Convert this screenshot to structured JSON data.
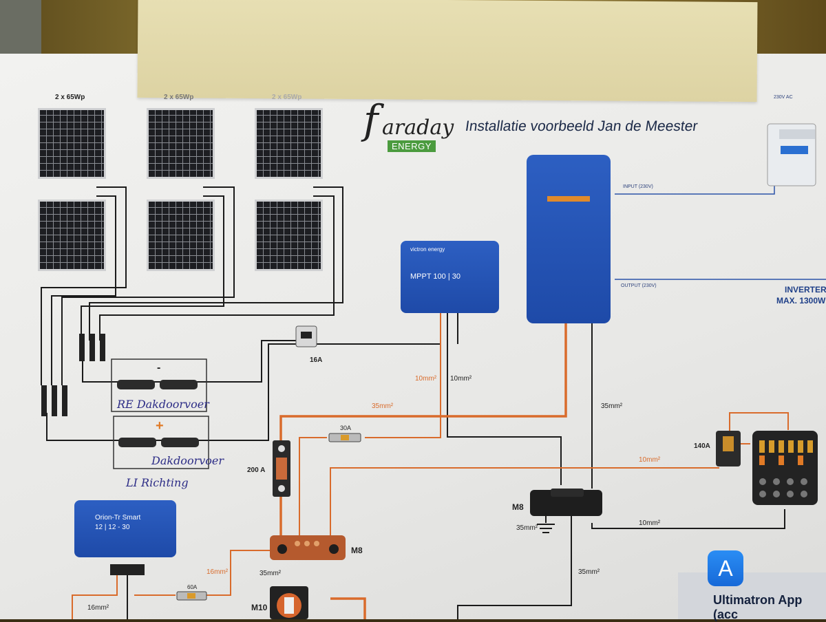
{
  "brand": {
    "logo_letter": "f",
    "logo_word": "araday",
    "energy_badge": "ENERGY"
  },
  "title": "Installatie voorbeeld Jan de Meester",
  "panel_labels": [
    "2 x 65Wp",
    "2 x 65Wp",
    "2 x 65Wp"
  ],
  "mppt": {
    "brand_text": "victron energy",
    "model_text": "MPPT 100 | 30"
  },
  "orion": {
    "line1": "Orion-Tr Smart",
    "line2": "12 | 12 - 30"
  },
  "breaker_label": "16A",
  "inverter": {
    "input_label": "INPUT (230V)",
    "output_label": "OUTPUT (230V)",
    "title_line1": "INVERTER",
    "title_line2": "MAX. 1300W",
    "ac_label": "230V AC"
  },
  "wires": {
    "w10_a": "10mm²",
    "w10_b": "10mm²",
    "w35_top": "35mm²",
    "w35_right": "35mm²",
    "w10_right": "10mm²",
    "w10_bottom": "10mm²",
    "w35_mid": "35mm²",
    "w35_lower": "35mm²",
    "w16_a": "16mm²",
    "w16_b": "16mm²",
    "w35_ground": "35mm²"
  },
  "fuses": {
    "f30": "30A",
    "f200": "200 A",
    "f140": "140A",
    "f60": "60A"
  },
  "busbars": {
    "m8_left": "M8",
    "m8_right": "M8",
    "m10": "M10"
  },
  "handwriting": {
    "line1": "RE Dakdoorvoer",
    "line2": "Dakdoorvoer",
    "line3": "LI Richting",
    "minus": "-",
    "plus": "+"
  },
  "app": {
    "label": "Ultimatron App (acc"
  }
}
